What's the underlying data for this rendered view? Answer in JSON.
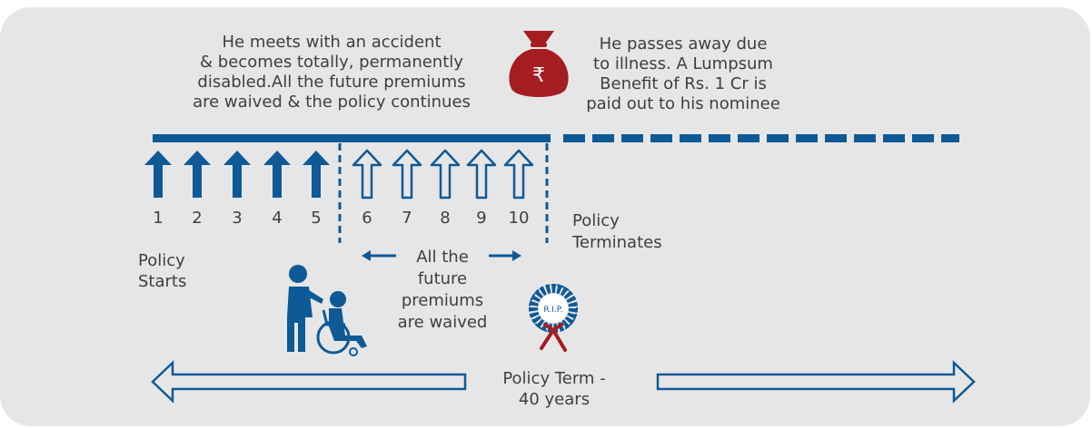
{
  "accident_text": [
    "He meets with an accident",
    "& becomes totally, permanently",
    "disabled.All the future premiums",
    "are waived & the policy continues"
  ],
  "death_text": [
    "He passes away due",
    "to illness. A Lumpsum",
    "Benefit of Rs. 1 Cr is",
    "paid out to his nominee"
  ],
  "years": [
    "1",
    "2",
    "3",
    "4",
    "5",
    "6",
    "7",
    "8",
    "9",
    "10"
  ],
  "paid_years": 5,
  "policy_starts": [
    "Policy",
    "Starts"
  ],
  "policy_terminates": [
    "Policy",
    "Terminates"
  ],
  "waived_text": [
    "All the",
    "future",
    "premiums",
    "are waived"
  ],
  "policy_term": [
    "Policy Term -",
    "40 years"
  ],
  "rupee_symbol": "₹",
  "rip_label": "R.I.P.",
  "icons": {
    "money_bag": "rupee-money-bag-icon",
    "wheelchair": "wheelchair-person-icon",
    "wreath": "rip-wreath-icon"
  },
  "colors": {
    "blue": "#0e5a96",
    "red": "#a51d21",
    "panel": "#e6e6e7",
    "text": "#3f3f3f"
  }
}
